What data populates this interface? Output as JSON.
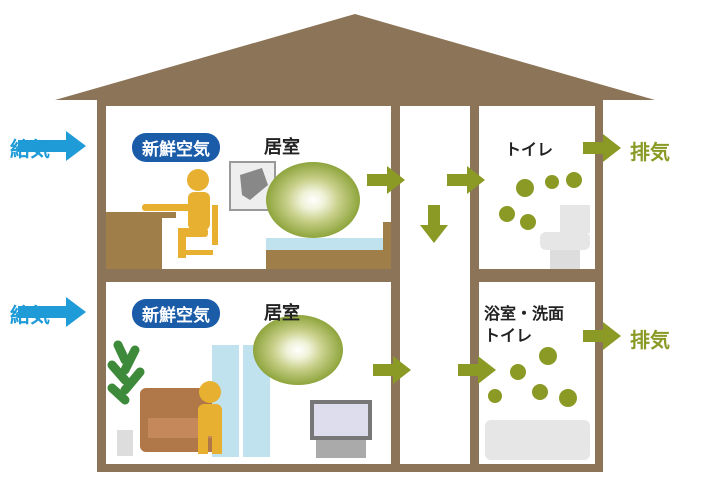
{
  "upper_floor": {
    "supply_label": "給気",
    "fresh_air_label": "新鮮空気",
    "room_label": "居室",
    "toilet_label": "トイレ",
    "exhaust_label": "排気"
  },
  "lower_floor": {
    "supply_label": "給気",
    "fresh_air_label": "新鮮空気",
    "room_label": "居室",
    "bath_label_line1": "浴室・洗面",
    "bath_label_line2": "トイレ",
    "exhaust_label": "排気"
  },
  "colors": {
    "wall": "#8c7458",
    "supply_arrow": "#1f9bd7",
    "fresh_air_pill": "#1a5ca8",
    "exhaust_arrow": "#8a9a24",
    "figure": "#e8b030"
  }
}
